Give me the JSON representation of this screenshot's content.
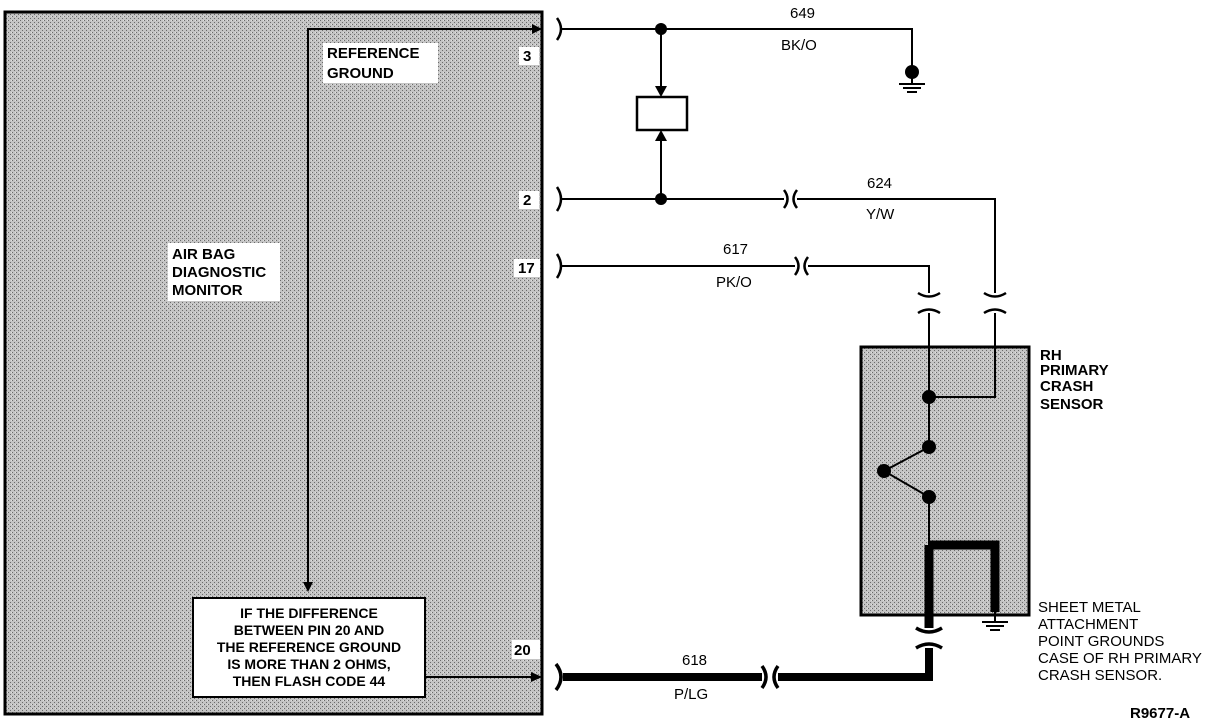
{
  "monitor": {
    "name_lines": [
      "AIR BAG",
      "DIAGNOSTIC",
      "MONITOR"
    ],
    "reference_ground_lines": [
      "REFERENCE",
      "GROUND"
    ],
    "pins": {
      "pin3": "3",
      "pin2": "2",
      "pin17": "17",
      "pin20": "20"
    }
  },
  "note": {
    "text": "IF THE DIFFERENCE\nBETWEEN PIN 20 AND\nTHE REFERENCE GROUND\nIS MORE THAN 2 OHMS,\nTHEN FLASH CODE 44"
  },
  "wires": {
    "w649": {
      "circuit": "649",
      "color": "BK/O"
    },
    "w624": {
      "circuit": "624",
      "color": "Y/W"
    },
    "w617": {
      "circuit": "617",
      "color": "PK/O"
    },
    "w618": {
      "circuit": "618",
      "color": "P/LG"
    }
  },
  "sensor": {
    "name_lines": [
      "RH",
      "PRIMARY",
      "CRASH",
      "SENSOR"
    ],
    "ground_note_lines": [
      "SHEET METAL",
      "ATTACHMENT",
      "POINT GROUNDS",
      "CASE OF RH PRIMARY",
      "CRASH SENSOR."
    ]
  },
  "figure_id": "R9677-A"
}
